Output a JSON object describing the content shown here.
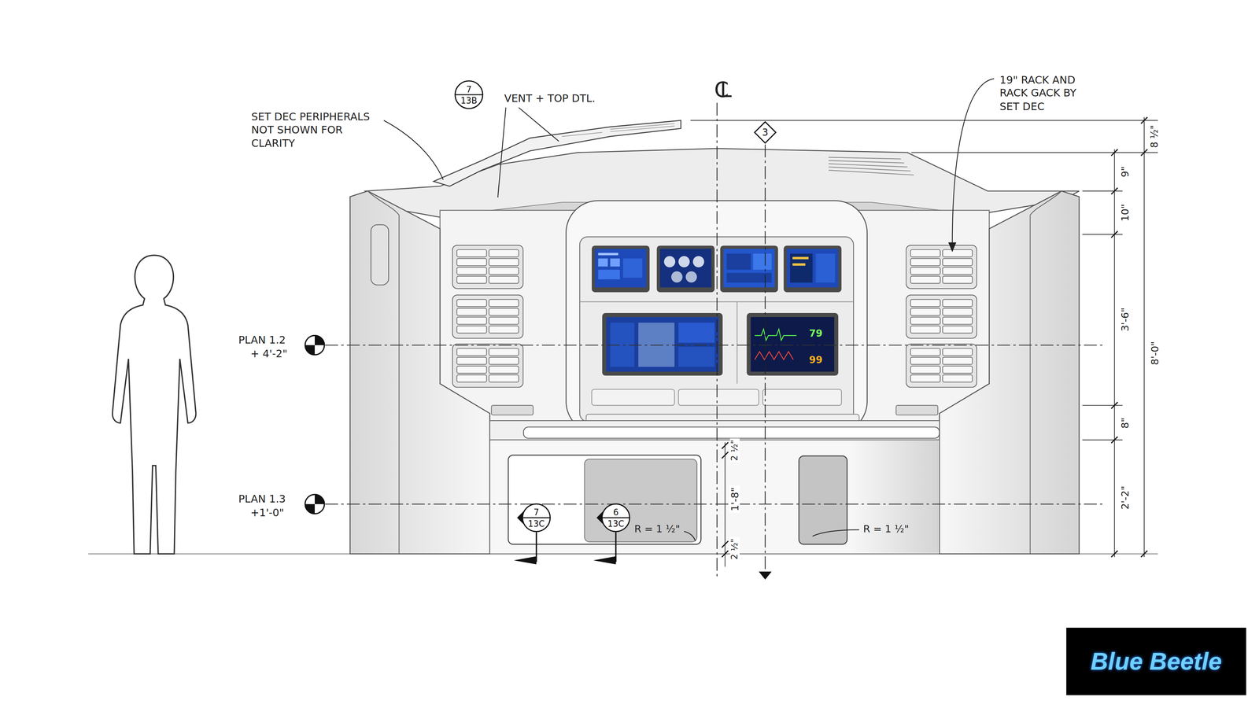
{
  "diagram": {
    "nodes": [
      {
        "text": [
          "7",
          "13B"
        ]
      },
      {
        "text": [
          "3"
        ]
      },
      {
        "text": [
          "7",
          "13C"
        ]
      },
      {
        "text": [
          "6",
          "13C"
        ]
      }
    ],
    "labels": [
      "SET DEC PERIPHERALS NOT SHOWN FOR CLARITY",
      "VENT + TOP DTL.",
      "CL",
      "19\" RACK AND RACK GACK BY SET DEC",
      "8 ½\"",
      "9\"",
      "10\"",
      "3'-6\"",
      "8'-0\"",
      "8\"",
      "2'-2\"",
      "PLAN 1.2",
      "+ 4'-2\"",
      "PLAN 1.3",
      "+1'-0\"",
      "2 ½\"",
      "1'-8\"",
      "2 ½\"",
      "R = 1 ½\"",
      "R = 1 ½\"",
      "79",
      "99",
      "Blue Beetle"
    ]
  }
}
